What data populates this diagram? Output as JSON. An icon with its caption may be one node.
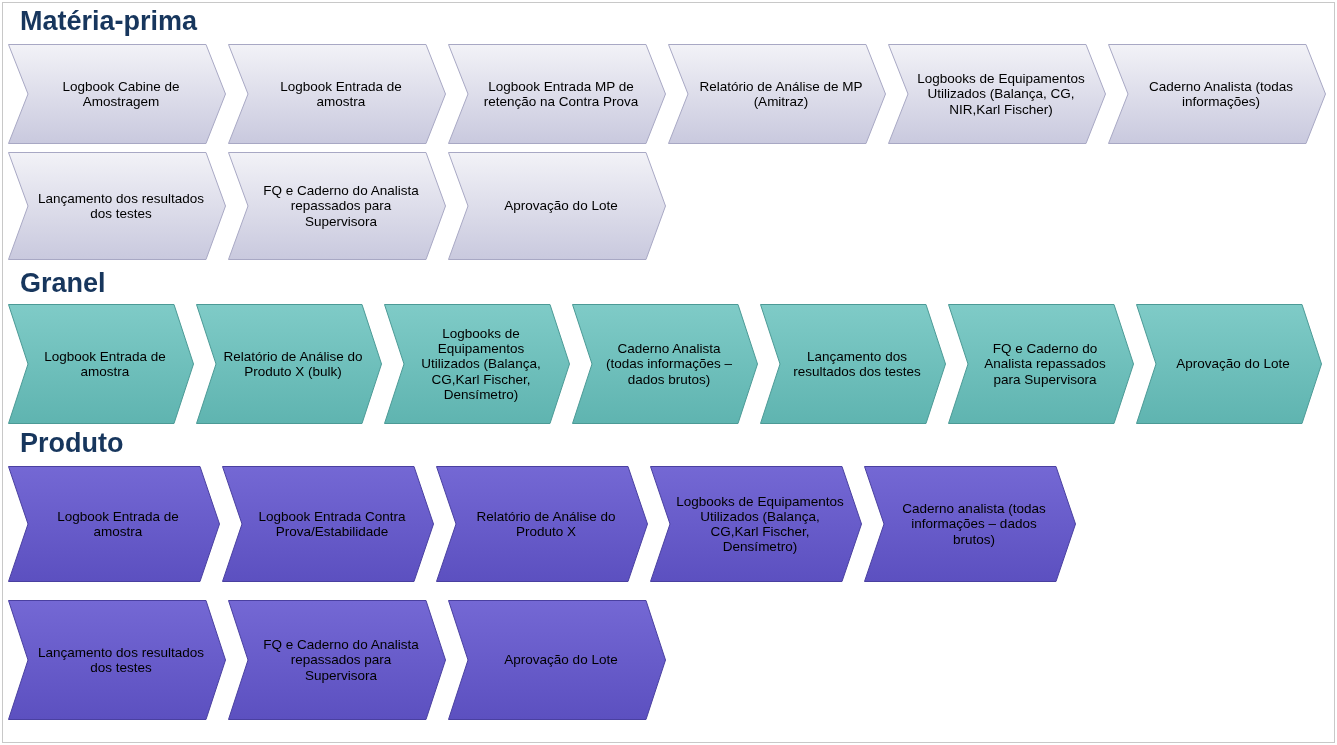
{
  "diagram": {
    "nodes": [
      {
        "text": [
          "Logbook Cabine de Amostragem"
        ]
      },
      {
        "text": [
          "Logbook Entrada de amostra"
        ]
      },
      {
        "text": [
          "Logbook Entrada MP de retenção na Contra Prova"
        ]
      },
      {
        "text": [
          "Relatório de Análise de MP (Amitraz)"
        ]
      },
      {
        "text": [
          "Logbooks de Equipamentos Utilizados (Balança, CG, NIR,Karl Fischer)"
        ]
      },
      {
        "text": [
          "Caderno Analista (todas informações)"
        ]
      },
      {
        "text": [
          "Lançamento dos resultados dos testes"
        ]
      },
      {
        "text": [
          "FQ e Caderno do Analista repassados para Supervisora"
        ]
      },
      {
        "text": [
          "Aprovação do Lote"
        ]
      },
      {
        "text": [
          "Logbook Entrada de amostra"
        ]
      },
      {
        "text": [
          "Relatório de Análise do Produto X (bulk)"
        ]
      },
      {
        "text": [
          "Logbooks de Equipamentos Utilizados (Balança, CG,Karl Fischer, Densímetro)"
        ]
      },
      {
        "text": [
          "Caderno Analista (todas informações – dados brutos)"
        ]
      },
      {
        "text": [
          "Lançamento dos resultados dos testes"
        ]
      },
      {
        "text": [
          "FQ e Caderno do Analista repassados para Supervisora"
        ]
      },
      {
        "text": [
          "Aprovação do Lote"
        ]
      },
      {
        "text": [
          "Logbook Entrada de amostra"
        ]
      },
      {
        "text": [
          "Logbook Entrada Contra Prova/Estabilidade"
        ]
      },
      {
        "text": [
          "Relatório de Análise do Produto X"
        ]
      },
      {
        "text": [
          "Logbooks de Equipamentos Utilizados (Balança, CG,Karl Fischer, Densímetro)"
        ]
      },
      {
        "text": [
          "Caderno analista (todas informações – dados brutos)"
        ]
      },
      {
        "text": [
          "Lançamento dos resultados dos testes"
        ]
      },
      {
        "text": [
          "FQ e Caderno do Analista repassados para Supervisora"
        ]
      },
      {
        "text": [
          "Aprovação do Lote"
        ]
      }
    ],
    "edges": [],
    "labels": [
      "Matéria-prima",
      "Granel",
      "Produto"
    ]
  }
}
